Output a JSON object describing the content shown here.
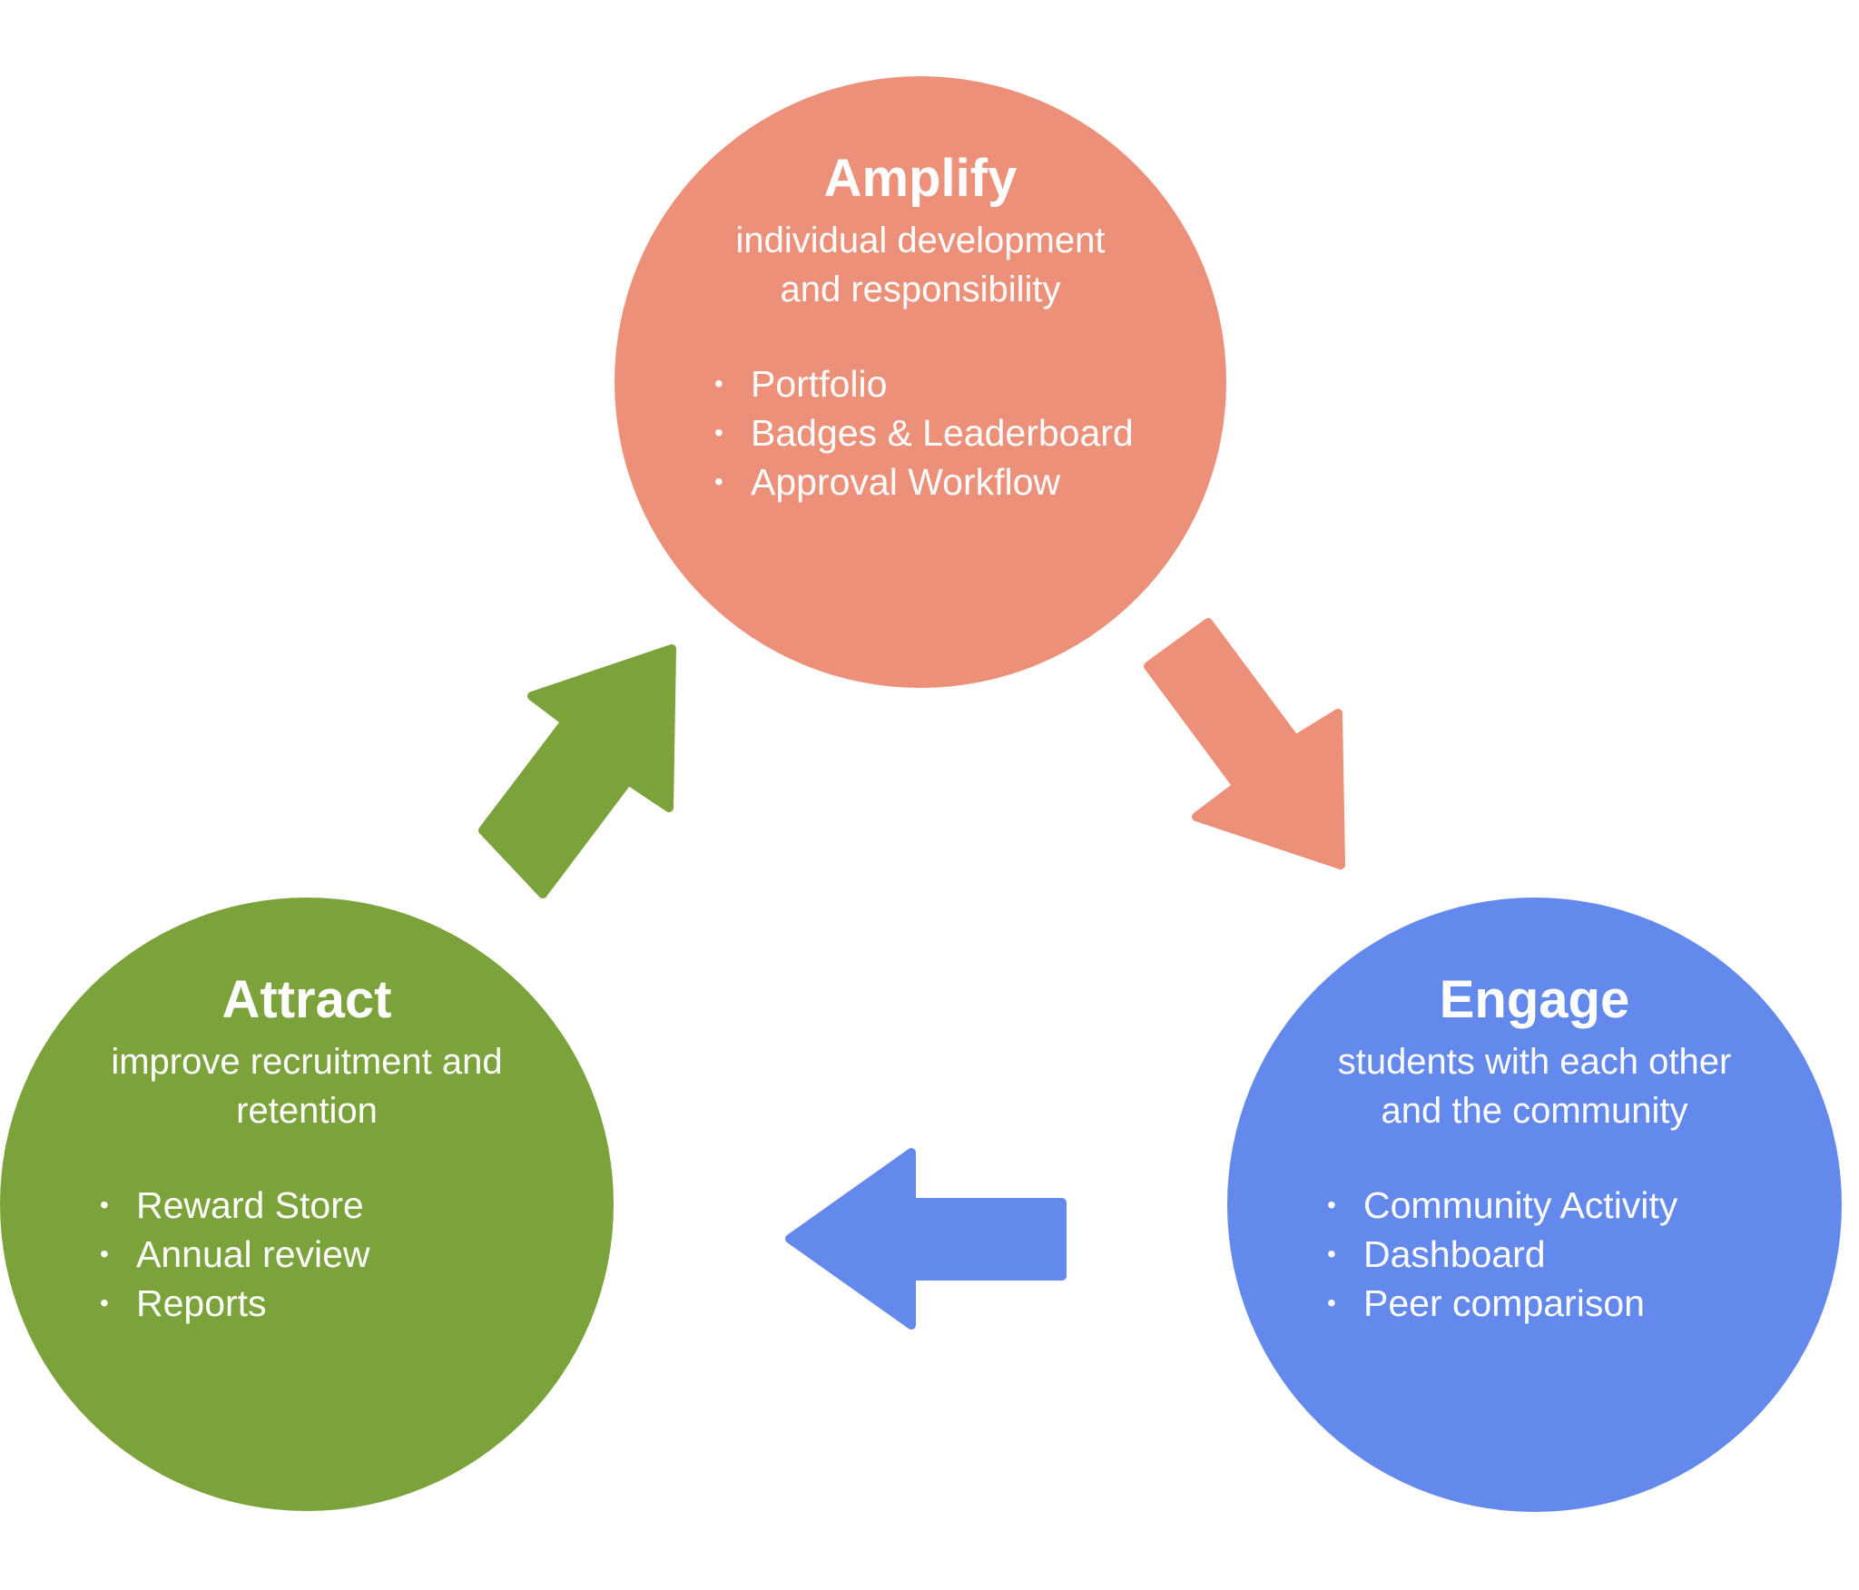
{
  "colors": {
    "amplify": "#EC9079",
    "attract": "#7BA23B",
    "engage": "#6489EC",
    "text": "#FFFFFF"
  },
  "amplify": {
    "title": "Amplify",
    "subtitle": "individual development and responsibility",
    "items": [
      "Portfolio",
      "Badges & Leaderboard",
      "Approval Workflow"
    ]
  },
  "attract": {
    "title": "Attract",
    "subtitle": "improve recruitment and retention",
    "items": [
      "Reward Store",
      "Annual review",
      "Reports"
    ]
  },
  "engage": {
    "title": "Engage",
    "subtitle": "students with each other and the community",
    "items": [
      "Community Activity",
      "Dashboard",
      "Peer comparison"
    ]
  },
  "bullet": "•"
}
